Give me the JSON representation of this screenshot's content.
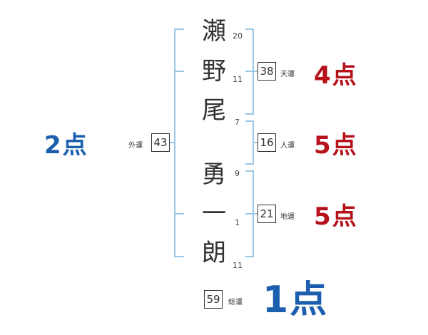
{
  "name": [
    {
      "char": "瀬",
      "strokes": "20"
    },
    {
      "char": "野",
      "strokes": "11"
    },
    {
      "char": "尾",
      "strokes": "7"
    },
    {
      "char": "勇",
      "strokes": "9"
    },
    {
      "char": "一",
      "strokes": "1"
    },
    {
      "char": "朗",
      "strokes": "11"
    }
  ],
  "fortunes": {
    "heaven": {
      "label": "天運",
      "value": "38",
      "score": "4点"
    },
    "person": {
      "label": "人運",
      "value": "16",
      "score": "5点"
    },
    "earth": {
      "label": "地運",
      "value": "21",
      "score": "5点"
    },
    "outer": {
      "label": "外運",
      "value": "43",
      "score": "2点"
    },
    "total": {
      "label": "総運",
      "value": "59",
      "score": "1点"
    }
  },
  "colors": {
    "red": "#b5121b",
    "blue": "#1b5fae",
    "bracket": "#9cc7e6"
  }
}
